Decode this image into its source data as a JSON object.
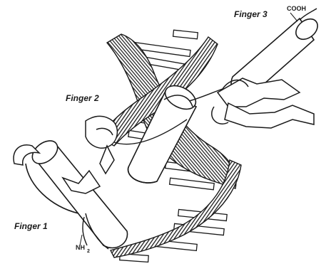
{
  "labels": {
    "finger1": "Finger 1",
    "finger2": "Finger 2",
    "finger3": "Finger 3",
    "cooh": "COOH",
    "nh2_main": "NH",
    "nh2_sub": "2"
  },
  "colors": {
    "ink": "#1a1a1a",
    "strand": "#3a3a3a",
    "paper": "#ffffff"
  }
}
